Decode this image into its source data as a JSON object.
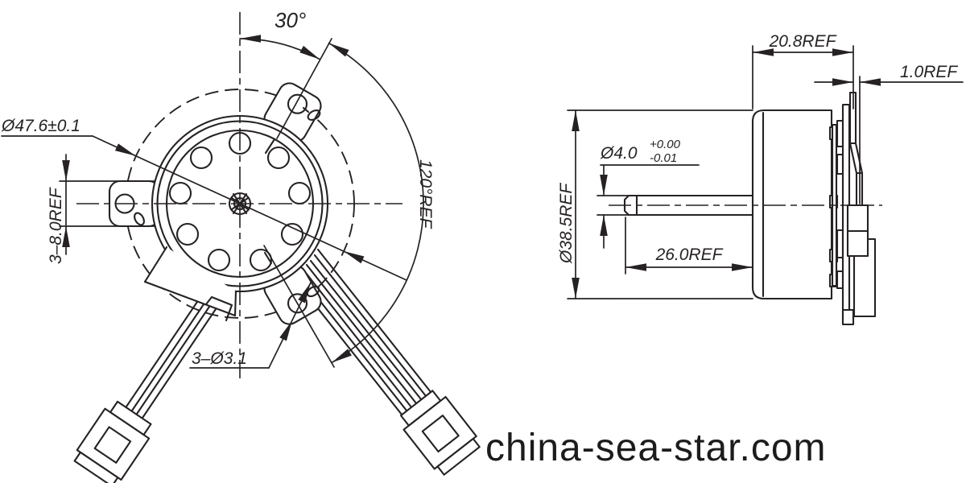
{
  "drawing": {
    "front_view": {
      "angle_dim_label": "30°",
      "body_diameter_label": "Ø47.6±0.1",
      "tab_width_label": "3–8.0REF",
      "tab_angle_label": "120°REF",
      "tab_hole_label": "3–Ø3.1"
    },
    "side_view": {
      "body_length_label": "20.8REF",
      "pcb_offset_label": "1.0REF",
      "body_diameter_label": "Ø38.5REF",
      "shaft_diameter_label": "Ø4.0",
      "shaft_tolerance_upper": "+0.00",
      "shaft_tolerance_lower": "-0.01",
      "shaft_length_label": "26.0REF"
    },
    "watermark": "china-sea-star.com",
    "colors": {
      "line": "#262223",
      "background": "#ffffff",
      "watermark": "#1c1c1c"
    }
  }
}
